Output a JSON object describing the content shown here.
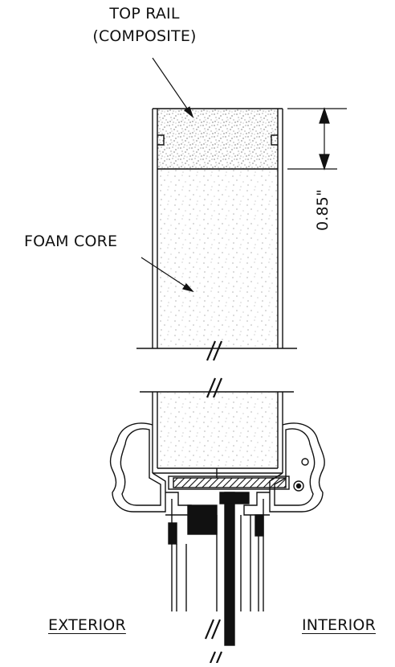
{
  "labels": {
    "top_rail_line1": "TOP RAIL",
    "top_rail_line2": "(COMPOSITE)",
    "foam_core": "FOAM CORE",
    "dimension": "0.85\"",
    "exterior": "EXTERIOR",
    "interior": "INTERIOR"
  },
  "colors": {
    "line": "#111111",
    "background": "#ffffff"
  }
}
